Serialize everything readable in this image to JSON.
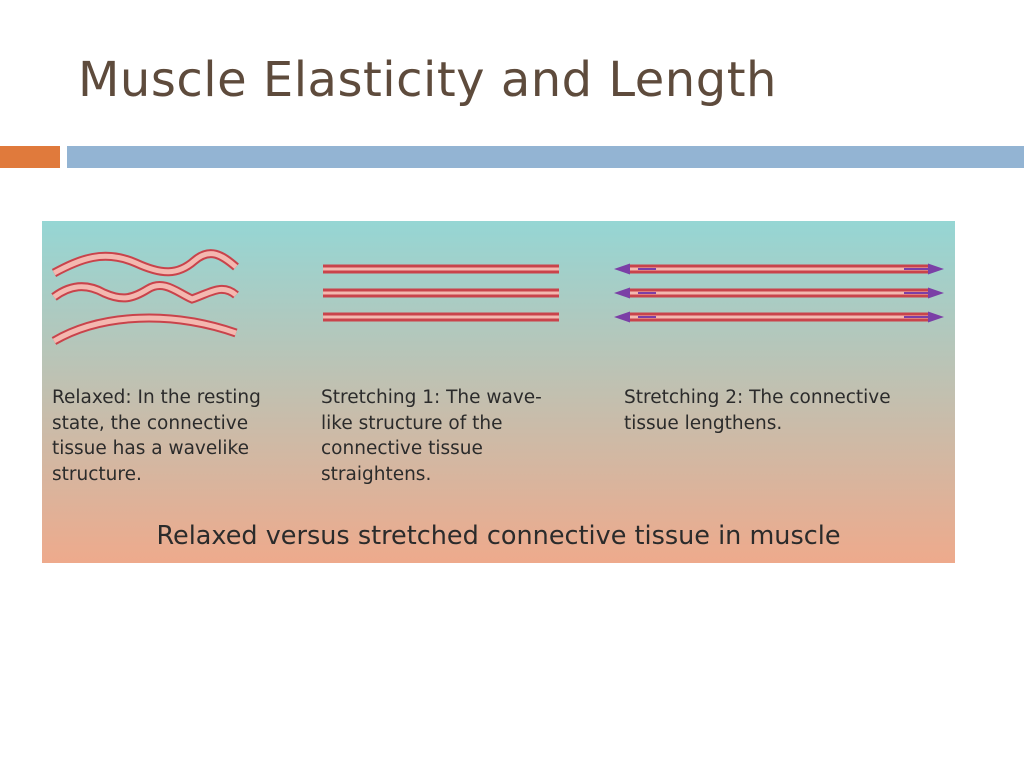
{
  "slide": {
    "title": "Muscle Elasticity and Length",
    "accent_colors": {
      "orange": "#e07a3c",
      "blue": "#93b4d3"
    }
  },
  "figure": {
    "title": "Relaxed versus stretched connective tissue in muscle",
    "gradient": {
      "top": "#95d6d4",
      "bottom": "#eeaa8c"
    },
    "fiber_color": "#c9434b",
    "fiber_fill": "#f4b8b0",
    "arrow_color": "#7b3fa6",
    "panels": [
      {
        "state": "relaxed",
        "caption": "Relaxed: In the resting\nstate, the connective\ntissue has a wavelike\nstructure."
      },
      {
        "state": "stretching-1",
        "caption": "Stretching 1: The wave-\nlike structure of the\nconnective tissue\nstraightens."
      },
      {
        "state": "stretching-2",
        "caption": "Stretching 2: The connective\ntissue  lengthens."
      }
    ]
  }
}
